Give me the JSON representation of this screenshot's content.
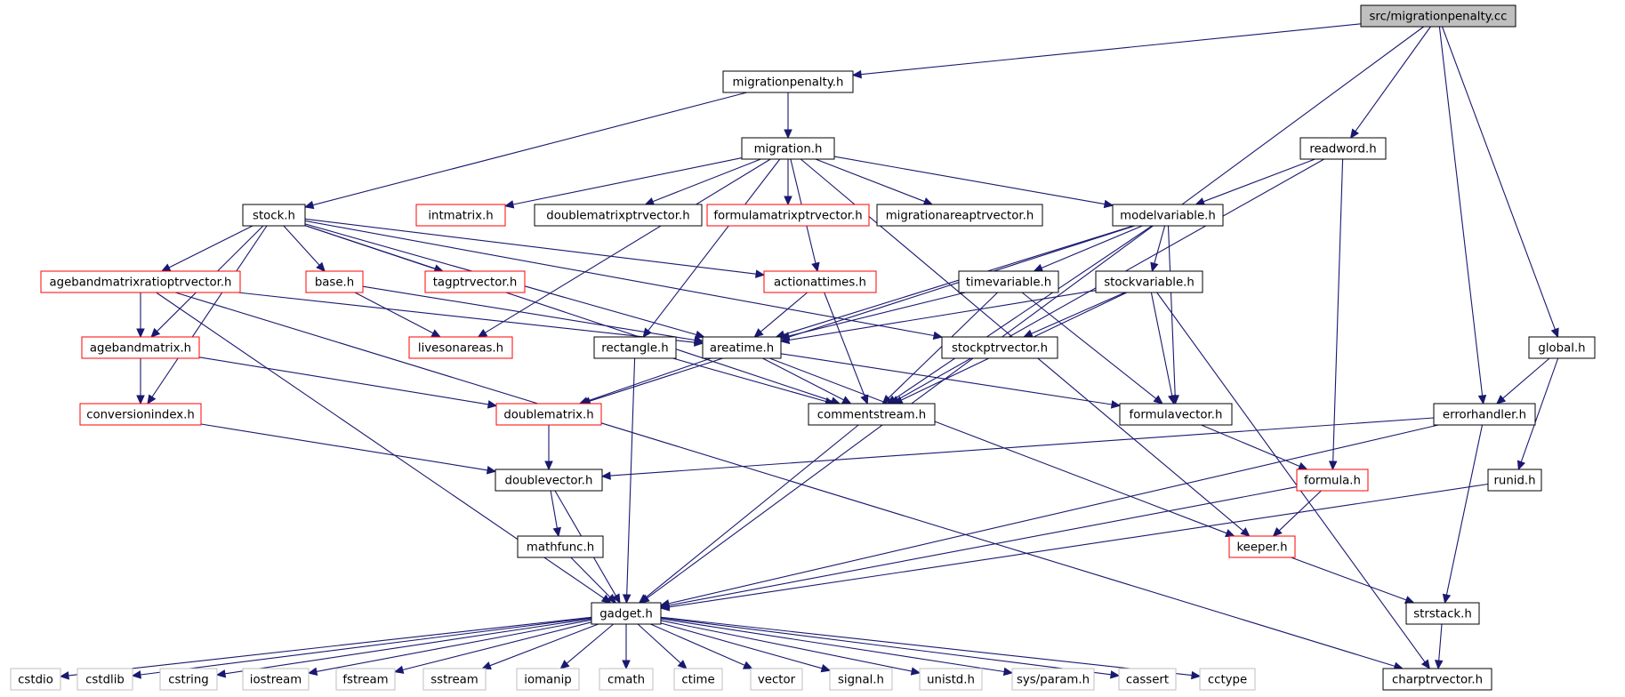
{
  "diagram": {
    "colors": {
      "edge": "#191970",
      "border_normal": "#000000",
      "border_truncated": "#ff0000",
      "border_external": "#bfbfbf",
      "fill_root": "#bfbfbf",
      "fill_default": "#ffffff"
    },
    "nodes": [
      {
        "id": "root",
        "label": "src/migrationpenalty.cc",
        "kind": "root"
      },
      {
        "id": "migrationpenalty_h",
        "label": "migrationpenalty.h",
        "kind": "normal"
      },
      {
        "id": "migration_h",
        "label": "migration.h",
        "kind": "normal"
      },
      {
        "id": "readword_h",
        "label": "readword.h",
        "kind": "normal"
      },
      {
        "id": "stock_h",
        "label": "stock.h",
        "kind": "normal"
      },
      {
        "id": "intmatrix_h",
        "label": "intmatrix.h",
        "kind": "truncated"
      },
      {
        "id": "doublematrixptrvector_h",
        "label": "doublematrixptrvector.h",
        "kind": "normal"
      },
      {
        "id": "formulamatrixptrvector_h",
        "label": "formulamatrixptrvector.h",
        "kind": "truncated"
      },
      {
        "id": "migrationareaptrvector_h",
        "label": "migrationareaptrvector.h",
        "kind": "normal"
      },
      {
        "id": "modelvariable_h",
        "label": "modelvariable.h",
        "kind": "normal"
      },
      {
        "id": "agebandmatrixratioptrvector_h",
        "label": "agebandmatrixratioptrvector.h",
        "kind": "truncated"
      },
      {
        "id": "base_h",
        "label": "base.h",
        "kind": "truncated"
      },
      {
        "id": "tagptrvector_h",
        "label": "tagptrvector.h",
        "kind": "truncated"
      },
      {
        "id": "actionattimes_h",
        "label": "actionattimes.h",
        "kind": "truncated"
      },
      {
        "id": "timevariable_h",
        "label": "timevariable.h",
        "kind": "normal"
      },
      {
        "id": "stockvariable_h",
        "label": "stockvariable.h",
        "kind": "normal"
      },
      {
        "id": "agebandmatrix_h",
        "label": "agebandmatrix.h",
        "kind": "truncated"
      },
      {
        "id": "livesonareas_h",
        "label": "livesonareas.h",
        "kind": "truncated"
      },
      {
        "id": "rectangle_h",
        "label": "rectangle.h",
        "kind": "normal"
      },
      {
        "id": "areatime_h",
        "label": "areatime.h",
        "kind": "normal"
      },
      {
        "id": "stockptrvector_h",
        "label": "stockptrvector.h",
        "kind": "normal"
      },
      {
        "id": "global_h",
        "label": "global.h",
        "kind": "normal"
      },
      {
        "id": "conversionindex_h",
        "label": "conversionindex.h",
        "kind": "truncated"
      },
      {
        "id": "doublematrix_h",
        "label": "doublematrix.h",
        "kind": "truncated"
      },
      {
        "id": "commentstream_h",
        "label": "commentstream.h",
        "kind": "normal"
      },
      {
        "id": "formulavector_h",
        "label": "formulavector.h",
        "kind": "normal"
      },
      {
        "id": "errorhandler_h",
        "label": "errorhandler.h",
        "kind": "normal"
      },
      {
        "id": "doublevector_h",
        "label": "doublevector.h",
        "kind": "normal"
      },
      {
        "id": "formula_h",
        "label": "formula.h",
        "kind": "truncated"
      },
      {
        "id": "runid_h",
        "label": "runid.h",
        "kind": "normal"
      },
      {
        "id": "mathfunc_h",
        "label": "mathfunc.h",
        "kind": "normal"
      },
      {
        "id": "keeper_h",
        "label": "keeper.h",
        "kind": "truncated"
      },
      {
        "id": "gadget_h",
        "label": "gadget.h",
        "kind": "normal"
      },
      {
        "id": "strstack_h",
        "label": "strstack.h",
        "kind": "normal"
      },
      {
        "id": "cstdio",
        "label": "cstdio",
        "kind": "external"
      },
      {
        "id": "cstdlib",
        "label": "cstdlib",
        "kind": "external"
      },
      {
        "id": "cstring",
        "label": "cstring",
        "kind": "external"
      },
      {
        "id": "iostream",
        "label": "iostream",
        "kind": "external"
      },
      {
        "id": "fstream",
        "label": "fstream",
        "kind": "external"
      },
      {
        "id": "sstream",
        "label": "sstream",
        "kind": "external"
      },
      {
        "id": "iomanip",
        "label": "iomanip",
        "kind": "external"
      },
      {
        "id": "cmath",
        "label": "cmath",
        "kind": "external"
      },
      {
        "id": "ctime",
        "label": "ctime",
        "kind": "external"
      },
      {
        "id": "vector",
        "label": "vector",
        "kind": "external"
      },
      {
        "id": "signal_h",
        "label": "signal.h",
        "kind": "external"
      },
      {
        "id": "unistd_h",
        "label": "unistd.h",
        "kind": "external"
      },
      {
        "id": "sys_param_h",
        "label": "sys/param.h",
        "kind": "external"
      },
      {
        "id": "cassert",
        "label": "cassert",
        "kind": "external"
      },
      {
        "id": "cctype",
        "label": "cctype",
        "kind": "external"
      },
      {
        "id": "charptrvector_h",
        "label": "charptrvector.h",
        "kind": "normal"
      }
    ],
    "edges": [
      [
        "root",
        "migrationpenalty_h"
      ],
      [
        "root",
        "readword_h"
      ],
      [
        "root",
        "gadget_h"
      ],
      [
        "root",
        "errorhandler_h"
      ],
      [
        "root",
        "global_h"
      ],
      [
        "migrationpenalty_h",
        "migration_h"
      ],
      [
        "migrationpenalty_h",
        "stock_h"
      ],
      [
        "migration_h",
        "intmatrix_h"
      ],
      [
        "migration_h",
        "doublematrixptrvector_h"
      ],
      [
        "migration_h",
        "formulamatrixptrvector_h"
      ],
      [
        "migration_h",
        "migrationareaptrvector_h"
      ],
      [
        "migration_h",
        "modelvariable_h"
      ],
      [
        "migration_h",
        "actionattimes_h"
      ],
      [
        "migration_h",
        "livesonareas_h"
      ],
      [
        "migration_h",
        "rectangle_h"
      ],
      [
        "migration_h",
        "keeper_h"
      ],
      [
        "readword_h",
        "modelvariable_h"
      ],
      [
        "readword_h",
        "commentstream_h"
      ],
      [
        "readword_h",
        "formula_h"
      ],
      [
        "stock_h",
        "agebandmatrixratioptrvector_h"
      ],
      [
        "stock_h",
        "base_h"
      ],
      [
        "stock_h",
        "tagptrvector_h"
      ],
      [
        "stock_h",
        "actionattimes_h"
      ],
      [
        "stock_h",
        "areatime_h"
      ],
      [
        "stock_h",
        "stockptrvector_h"
      ],
      [
        "stock_h",
        "agebandmatrix_h"
      ],
      [
        "stock_h",
        "conversionindex_h"
      ],
      [
        "stock_h",
        "commentstream_h"
      ],
      [
        "modelvariable_h",
        "timevariable_h"
      ],
      [
        "modelvariable_h",
        "stockvariable_h"
      ],
      [
        "modelvariable_h",
        "areatime_h"
      ],
      [
        "modelvariable_h",
        "doublematrix_h"
      ],
      [
        "modelvariable_h",
        "commentstream_h"
      ],
      [
        "modelvariable_h",
        "formulavector_h"
      ],
      [
        "agebandmatrixratioptrvector_h",
        "agebandmatrix_h"
      ],
      [
        "agebandmatrixratioptrvector_h",
        "areatime_h"
      ],
      [
        "agebandmatrixratioptrvector_h",
        "gadget_h"
      ],
      [
        "agebandmatrixratioptrvector_h",
        "charptrvector_h"
      ],
      [
        "base_h",
        "livesonareas_h"
      ],
      [
        "base_h",
        "areatime_h"
      ],
      [
        "actionattimes_h",
        "areatime_h"
      ],
      [
        "actionattimes_h",
        "commentstream_h"
      ],
      [
        "timevariable_h",
        "areatime_h"
      ],
      [
        "timevariable_h",
        "commentstream_h"
      ],
      [
        "timevariable_h",
        "formulavector_h"
      ],
      [
        "stockvariable_h",
        "areatime_h"
      ],
      [
        "stockvariable_h",
        "stockptrvector_h"
      ],
      [
        "stockvariable_h",
        "commentstream_h"
      ],
      [
        "stockvariable_h",
        "formulavector_h"
      ],
      [
        "stockvariable_h",
        "charptrvector_h"
      ],
      [
        "agebandmatrix_h",
        "conversionindex_h"
      ],
      [
        "agebandmatrix_h",
        "doublematrix_h"
      ],
      [
        "rectangle_h",
        "commentstream_h"
      ],
      [
        "rectangle_h",
        "gadget_h"
      ],
      [
        "areatime_h",
        "doublematrix_h"
      ],
      [
        "areatime_h",
        "commentstream_h"
      ],
      [
        "areatime_h",
        "formulavector_h"
      ],
      [
        "areatime_h",
        "keeper_h"
      ],
      [
        "global_h",
        "errorhandler_h"
      ],
      [
        "global_h",
        "runid_h"
      ],
      [
        "conversionindex_h",
        "doublevector_h"
      ],
      [
        "doublematrix_h",
        "doublevector_h"
      ],
      [
        "commentstream_h",
        "gadget_h"
      ],
      [
        "formulavector_h",
        "formula_h"
      ],
      [
        "errorhandler_h",
        "doublevector_h"
      ],
      [
        "errorhandler_h",
        "gadget_h"
      ],
      [
        "errorhandler_h",
        "strstack_h"
      ],
      [
        "doublevector_h",
        "mathfunc_h"
      ],
      [
        "doublevector_h",
        "gadget_h"
      ],
      [
        "formula_h",
        "keeper_h"
      ],
      [
        "formula_h",
        "gadget_h"
      ],
      [
        "runid_h",
        "gadget_h"
      ],
      [
        "mathfunc_h",
        "gadget_h"
      ],
      [
        "keeper_h",
        "strstack_h"
      ],
      [
        "strstack_h",
        "charptrvector_h"
      ],
      [
        "gadget_h",
        "cstdio"
      ],
      [
        "gadget_h",
        "cstdlib"
      ],
      [
        "gadget_h",
        "cstring"
      ],
      [
        "gadget_h",
        "iostream"
      ],
      [
        "gadget_h",
        "fstream"
      ],
      [
        "gadget_h",
        "sstream"
      ],
      [
        "gadget_h",
        "iomanip"
      ],
      [
        "gadget_h",
        "cmath"
      ],
      [
        "gadget_h",
        "ctime"
      ],
      [
        "gadget_h",
        "vector"
      ],
      [
        "gadget_h",
        "signal_h"
      ],
      [
        "gadget_h",
        "unistd_h"
      ],
      [
        "gadget_h",
        "sys_param_h"
      ],
      [
        "gadget_h",
        "cassert"
      ],
      [
        "gadget_h",
        "cctype"
      ]
    ]
  }
}
